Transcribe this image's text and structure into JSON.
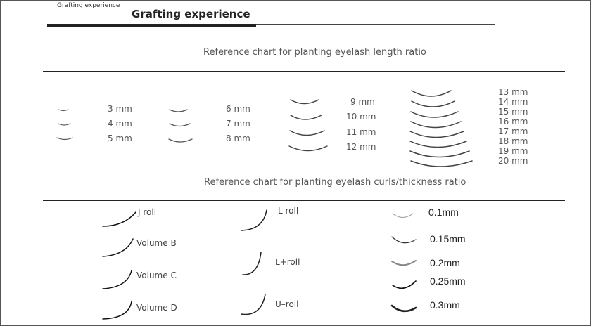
{
  "header": {
    "small_title": "Grafting experience",
    "main_title": "Grafting experience"
  },
  "length_chart": {
    "title": "Reference chart for planting eyelash length ratio",
    "group1": [
      "3 mm",
      "4 mm",
      "5 mm"
    ],
    "group2": [
      "6 mm",
      "7 mm",
      "8 mm"
    ],
    "group3": [
      "9 mm",
      "10 mm",
      "11 mm",
      "12 mm"
    ],
    "group4": [
      "13 mm",
      "14 mm",
      "15 mm",
      "16 mm",
      "17 mm",
      "18 mm",
      "19 mm",
      "20 mm"
    ]
  },
  "curl_chart": {
    "title": "Reference chart for planting eyelash curls/thickness ratio",
    "curls_col1": [
      "J roll",
      "Volume B",
      "Volume C",
      "Volume D"
    ],
    "curls_col2": [
      "L roll",
      "L+roll",
      "U–roll"
    ],
    "thickness": [
      "0.1mm",
      "0.15mm",
      "0.2mm",
      "0.25mm",
      "0.3mm"
    ]
  }
}
